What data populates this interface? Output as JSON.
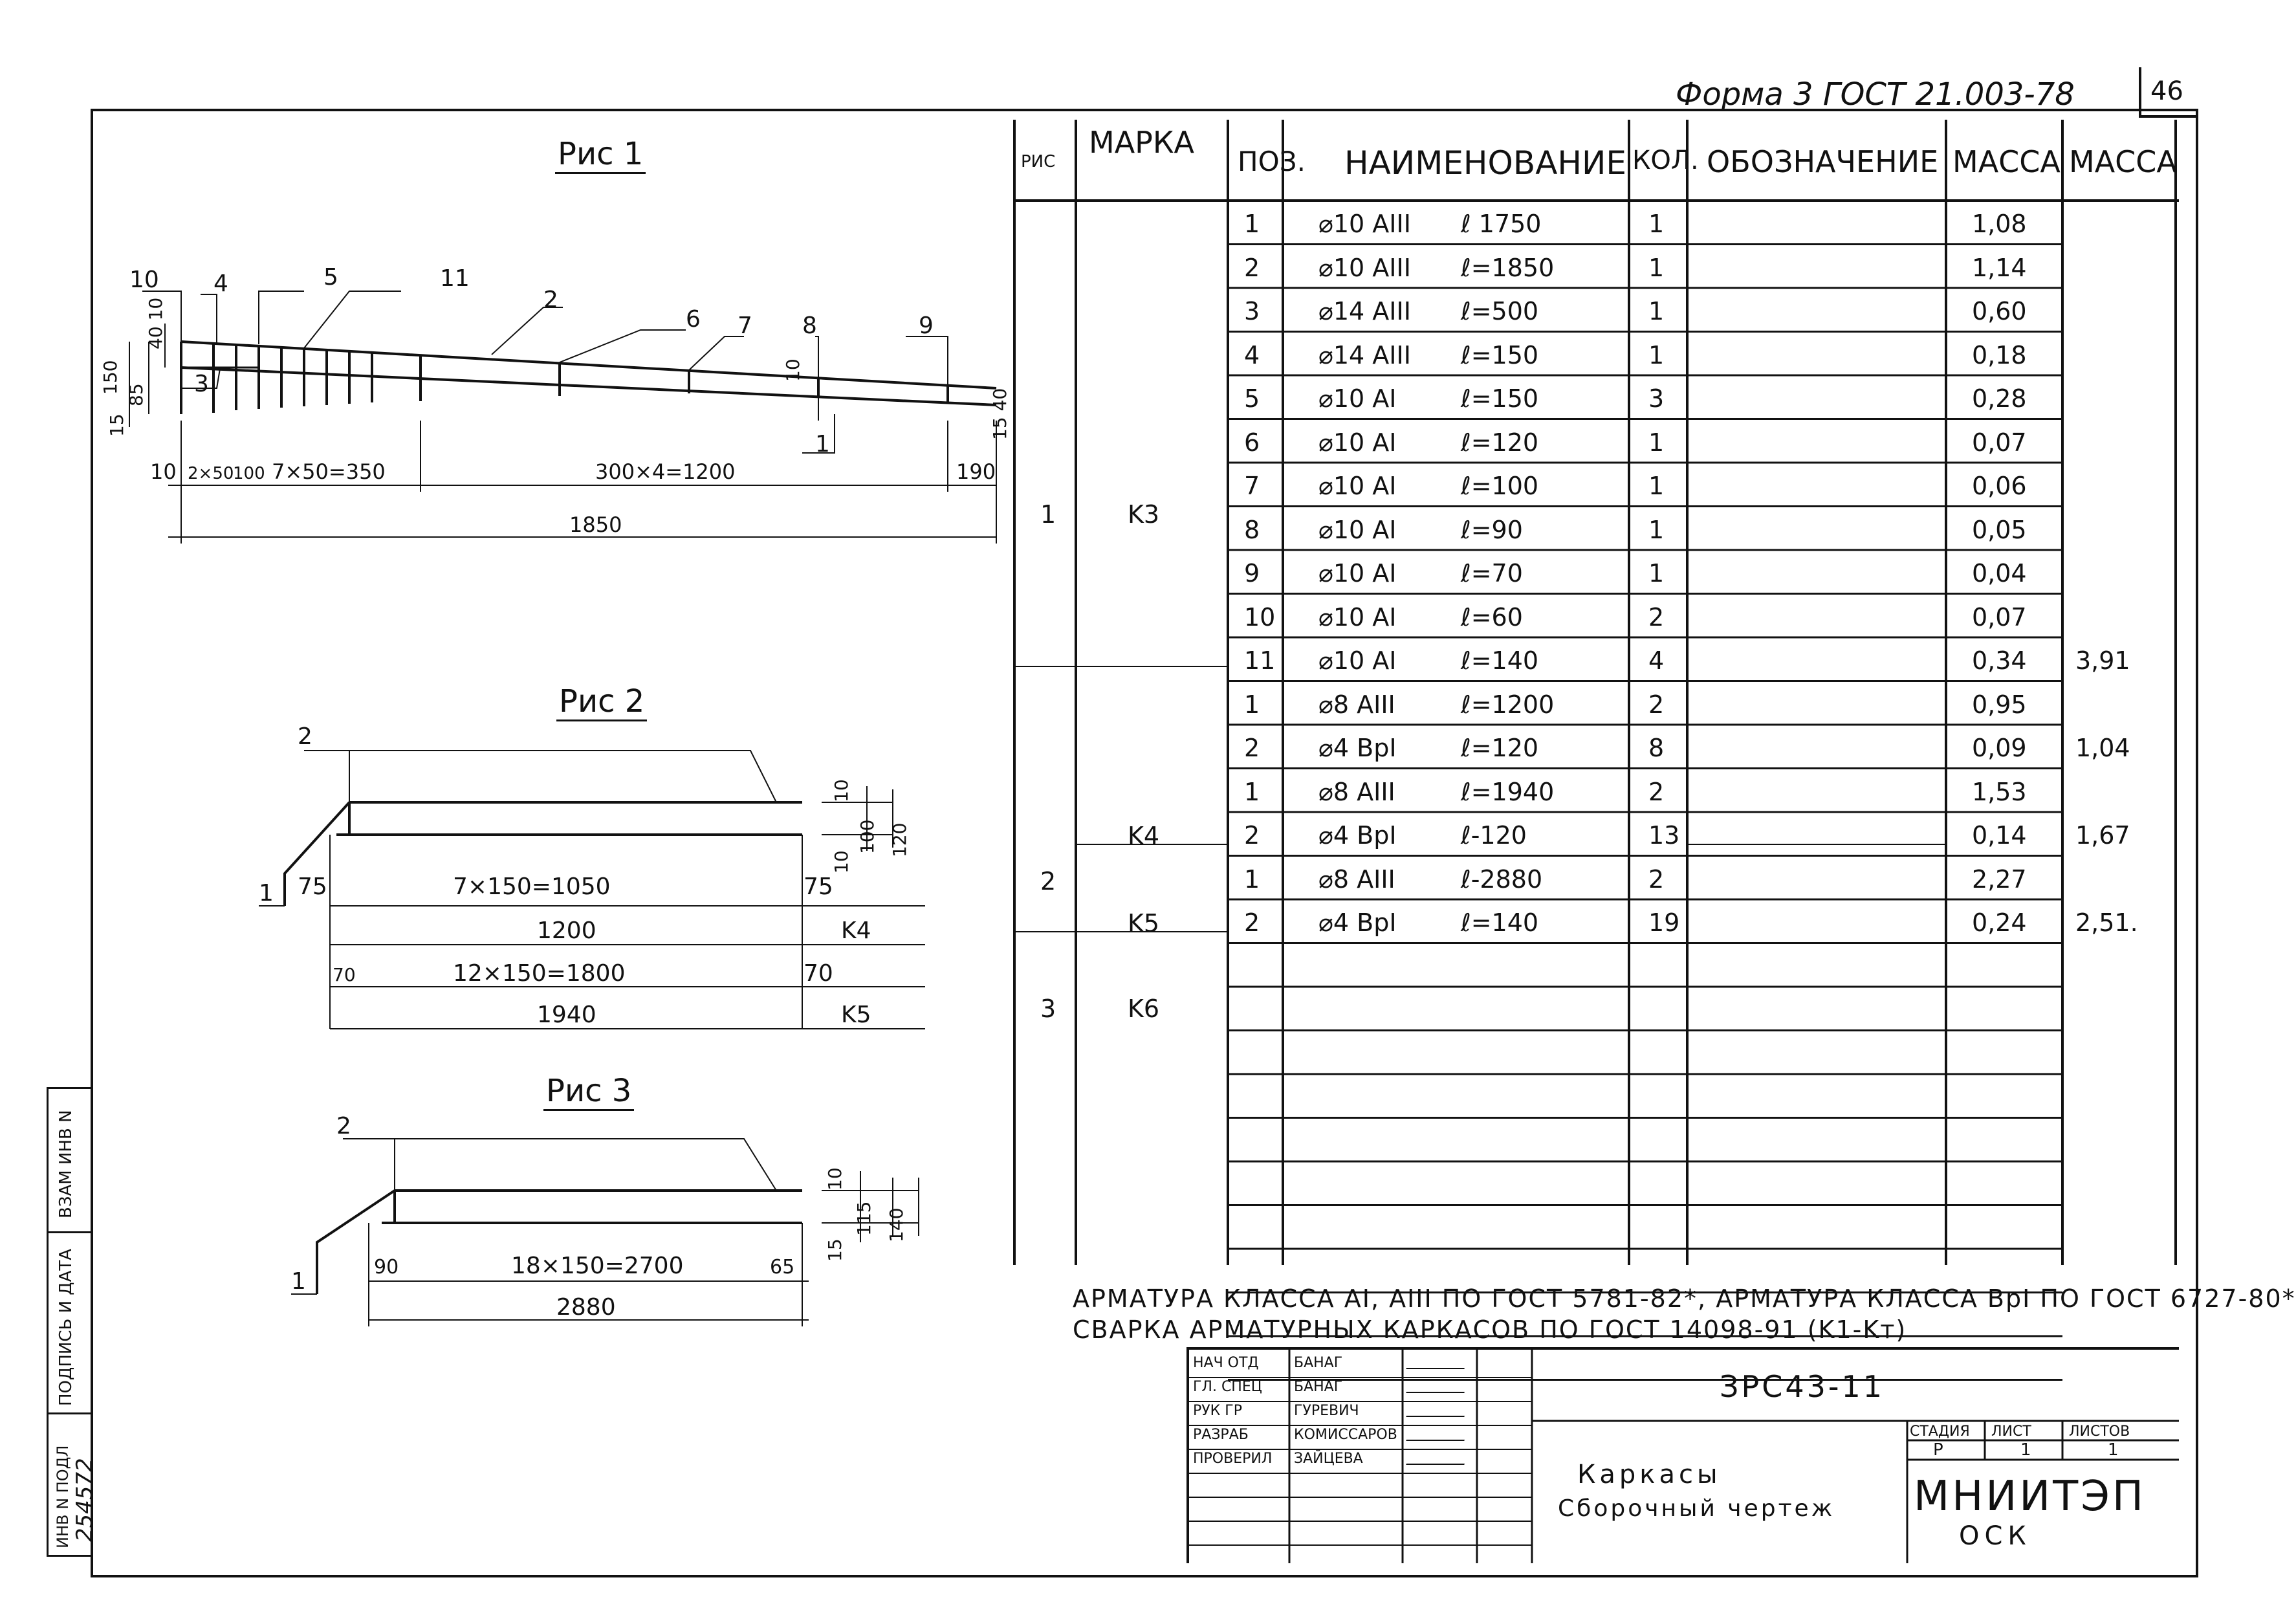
{
  "header": {
    "form_ref": "Форма 3  ГОСТ 21.003-78",
    "sheet_no": "46"
  },
  "figures": {
    "fig1": {
      "title": "Рис 1",
      "pos_labels": [
        "10",
        "4",
        "5",
        "11",
        "2",
        "6",
        "7",
        "8",
        "9",
        "3",
        "1",
        "10"
      ],
      "dims": [
        "150",
        "85",
        "40",
        "15",
        "10",
        "15",
        "40",
        "10",
        "2×50",
        "100",
        "7×50=350",
        "300×4=1200",
        "190",
        "1850"
      ]
    },
    "fig2": {
      "title": "Рис 2",
      "pos_labels": [
        "2",
        "1"
      ],
      "dims": [
        "75",
        "7×150=1050",
        "75",
        "1200",
        "K4",
        "70",
        "12×150=1800",
        "70",
        "1940",
        "K5",
        "10",
        "100",
        "10",
        "120"
      ]
    },
    "fig3": {
      "title": "Рис 3",
      "pos_labels": [
        "2",
        "1"
      ],
      "dims": [
        "90",
        "18×150=2700",
        "65",
        "2880",
        "10",
        "115",
        "15",
        "140"
      ]
    }
  },
  "spec_table": {
    "headers": {
      "ris": "РИС",
      "marka": "МАРКА",
      "poz": "ПОЗ.",
      "name": "НАИМЕНОВАНИЕ",
      "kol": "КОЛ.",
      "oboz": "ОБОЗНАЧЕНИЕ",
      "massa1": "МАССА",
      "massa2": "МАССА"
    },
    "groups": [
      {
        "ris": "1",
        "marka": "K3",
        "total": "3,91"
      },
      {
        "ris": "2",
        "marka": "K4",
        "total": "1,04"
      },
      {
        "ris": "",
        "marka": "K5",
        "total": "1,67"
      },
      {
        "ris": "3",
        "marka": "K6",
        "total": "2,51."
      }
    ],
    "rows": [
      {
        "poz": "1",
        "dia": "⌀10 AIII",
        "len": "ℓ 1750",
        "kol": "1",
        "mass": "1,08",
        "total": ""
      },
      {
        "poz": "2",
        "dia": "⌀10 AIII",
        "len": "ℓ=1850",
        "kol": "1",
        "mass": "1,14",
        "total": ""
      },
      {
        "poz": "3",
        "dia": "⌀14 AIII",
        "len": "ℓ=500",
        "kol": "1",
        "mass": "0,60",
        "total": ""
      },
      {
        "poz": "4",
        "dia": "⌀14 AIII",
        "len": "ℓ=150",
        "kol": "1",
        "mass": "0,18",
        "total": ""
      },
      {
        "poz": "5",
        "dia": "⌀10 AI",
        "len": "ℓ=150",
        "kol": "3",
        "mass": "0,28",
        "total": ""
      },
      {
        "poz": "6",
        "dia": "⌀10 AI",
        "len": "ℓ=120",
        "kol": "1",
        "mass": "0,07",
        "total": ""
      },
      {
        "poz": "7",
        "dia": "⌀10 AI",
        "len": "ℓ=100",
        "kol": "1",
        "mass": "0,06",
        "total": ""
      },
      {
        "poz": "8",
        "dia": "⌀10 AI",
        "len": "ℓ=90",
        "kol": "1",
        "mass": "0,05",
        "total": ""
      },
      {
        "poz": "9",
        "dia": "⌀10 AI",
        "len": "ℓ=70",
        "kol": "1",
        "mass": "0,04",
        "total": ""
      },
      {
        "poz": "10",
        "dia": "⌀10 AI",
        "len": "ℓ=60",
        "kol": "2",
        "mass": "0,07",
        "total": ""
      },
      {
        "poz": "11",
        "dia": "⌀10 AI",
        "len": "ℓ=140",
        "kol": "4",
        "mass": "0,34",
        "total": "3,91"
      },
      {
        "poz": "1",
        "dia": "⌀8 AIII",
        "len": "ℓ=1200",
        "kol": "2",
        "mass": "0,95",
        "total": ""
      },
      {
        "poz": "2",
        "dia": "⌀4 BpI",
        "len": "ℓ=120",
        "kol": "8",
        "mass": "0,09",
        "total": "1,04"
      },
      {
        "poz": "1",
        "dia": "⌀8 AIII",
        "len": "ℓ=1940",
        "kol": "2",
        "mass": "1,53",
        "total": ""
      },
      {
        "poz": "2",
        "dia": "⌀4 BpI",
        "len": "ℓ-120",
        "kol": "13",
        "mass": "0,14",
        "total": "1,67"
      },
      {
        "poz": "1",
        "dia": "⌀8 AIII",
        "len": "ℓ-2880",
        "kol": "2",
        "mass": "2,27",
        "total": ""
      },
      {
        "poz": "2",
        "dia": "⌀4 BpI",
        "len": "ℓ=140",
        "kol": "19",
        "mass": "0,24",
        "total": "2,51."
      }
    ]
  },
  "notes": {
    "line1": "АРМАТУРА КЛАССА AI, AIII ПО ГОСТ 5781-82*, АРМАТУРА КЛАССА BpI ПО ГОСТ 6727-80*",
    "line2": "СВАРКА АРМАТУРНЫХ КАРКАСОВ ПО ГОСТ 14098-91 (K1-Kт)"
  },
  "title_block": {
    "code": "ЗРС43-11",
    "title_line1": "Каркасы",
    "title_line2": "Сборочный чертеж",
    "stage_label": "СТАДИЯ",
    "sheet_label": "ЛИСТ",
    "sheets_label": "ЛИСТОВ",
    "stage_value": "Р",
    "sheet_value": "1",
    "sheets_value": "1",
    "org": "МНИИТЭП",
    "org_sub": "ОСК",
    "people": [
      {
        "role": "НАЧ ОТД",
        "name": "БАНАГ"
      },
      {
        "role": "ГЛ. СПЕЦ",
        "name": "БАНАГ"
      },
      {
        "role": "РУК ГР",
        "name": "ГУРЕВИЧ"
      },
      {
        "role": "РАЗРАБ",
        "name": "КОМИССАРОВ"
      },
      {
        "role": "ПРОВЕРИЛ",
        "name": "ЗАЙЦЕВА"
      }
    ]
  },
  "side_stamp": {
    "inv_label": "ИНВ N ПОДЛ",
    "sign_label": "ПОДПИСЬ И ДАТА",
    "vzam_label": "ВЗАМ ИНВ N",
    "inv_value": "254572"
  }
}
